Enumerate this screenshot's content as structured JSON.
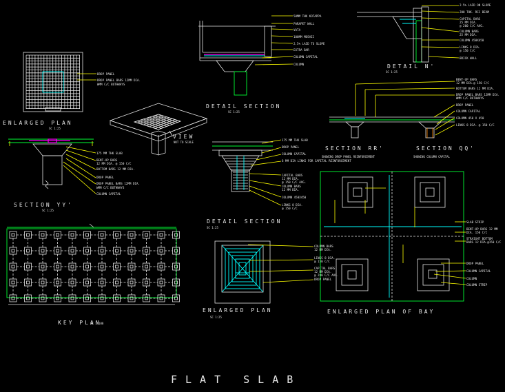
{
  "sheet_title": "FLAT SLAB",
  "views": {
    "enlarged_plan_top": {
      "title": "ENLARGED PLAN",
      "scale": "SC 1:25"
    },
    "view": {
      "title": "VIEW",
      "note": "NOT TO SCALE"
    },
    "section_yy": {
      "title": "SECTION YY'",
      "scale": "SC 1:25"
    },
    "detail_section_1": {
      "title": "DETAIL SECTION",
      "scale": "SC 1:25"
    },
    "detail_section_2": {
      "title": "DETAIL SECTION",
      "scale": "SC 1:25"
    },
    "detail_n": {
      "title": "DETAIL N'",
      "scale": "SC 1:25"
    },
    "section_rr": {
      "title": "SECTION RR'",
      "subtitle": "SHOWING DROP PANEL REINFORCEMENT"
    },
    "section_qq": {
      "title": "SECTION QQ'",
      "subtitle": "SHOWING COLUMN CAPITAL"
    },
    "key_plan": {
      "title": "KEY PLAN",
      "scale": "SC 1:100"
    },
    "enlarged_plan_bottom": {
      "title": "ENLARGED PLAN",
      "scale": "SC 1:25"
    },
    "enlarged_plan_bay": {
      "title": "ENLARGED PLAN OF BAY"
    }
  },
  "notes": {
    "ep_top": [
      "DROP PANEL",
      "DROP PANEL BARS 12MM DIA.",
      "WMM C/C BOTHWAYS"
    ],
    "yy": [
      "175 MM THK SLAB",
      "BENT-UP BARS",
      "12 MM DIA. @ 150 C/C",
      "BOTTOM BARS 12 MM DIA.",
      "DROP PANEL",
      "DROP PANEL BARS 12MM DIA.",
      "WMM C/C BOTHWAYS",
      "COLUMN CAPITAL"
    ],
    "ds1": [
      "50MM THK KOTAPPA",
      "PARAPET WALL",
      "VATA",
      "100MM MOSAIC",
      "2.5% LAID TO SLOPE",
      "EXTRA BAR",
      "COLUMN CAPITAL",
      "COLUMN"
    ],
    "dn": [
      "2.5% LAID ON SLOPE",
      "200 THK. RCC BEAM",
      "CAPITAL BARS",
      "25 MM DIA.",
      "@ 200 C/C AVG.",
      "COLUMN BARS",
      "25 MM DIA.",
      "COLUMN 450X450",
      "LINKS 8 DIA.",
      "@ 150 C/C",
      "BRICK WALL"
    ],
    "rr": [
      "BENT-UP BARS",
      "12 MM DIA.@ 150 C/C",
      "BOTTOM BARS 12 MM DIA.",
      "DROP PANEL BARS 12MM DIA.",
      "WMM C/C BOTHWAYS",
      "DROP PANEL",
      "COLUMN CAPITAL",
      "COLUMN 450 X 450",
      "LINKS 8 DIA. @ 150 C/C"
    ],
    "ds2": [
      "175 MM THK SLAB",
      "DROP PANEL",
      "COLUMN CAPITAL",
      "6 MM DIA LINKS FOR CAPITAL REINFORCEMENT",
      "CAPITAL BARS",
      "12 MM DIA.",
      "@ 150 C/C AVG.",
      "COLUMN BARS",
      "12 MM DIA.",
      "COLUMN 450X450",
      "LINKS 8 DIA.",
      "@ 150 C/C"
    ],
    "ep_bottom": [
      "COLUMN BARS",
      "12 MM DIA.",
      "LINKS 8 DIA.",
      "@ 150 C/C",
      "CAPITAL BARS",
      "12 MM DIA.",
      "@ 200 C/C AVG.",
      "DROP PANEL"
    ],
    "bay": [
      "SLAB STRIP",
      "BENT-UP BARS 12 MM",
      "DIA. 150 C/C",
      "STRAIGHT BOTTOM",
      "BARS 12 DIA.@150 C/C",
      "DROP PANEL",
      "COLUMN CAPITAL",
      "COLUMN",
      "COLUMN STRIP"
    ]
  },
  "colors": {
    "background": "#000000",
    "lines": "#e6e6e6",
    "leaders": "#ffff00",
    "slab": "#00ff33",
    "rebar": "#00ffff",
    "reinforcement": "#ff00ff"
  }
}
